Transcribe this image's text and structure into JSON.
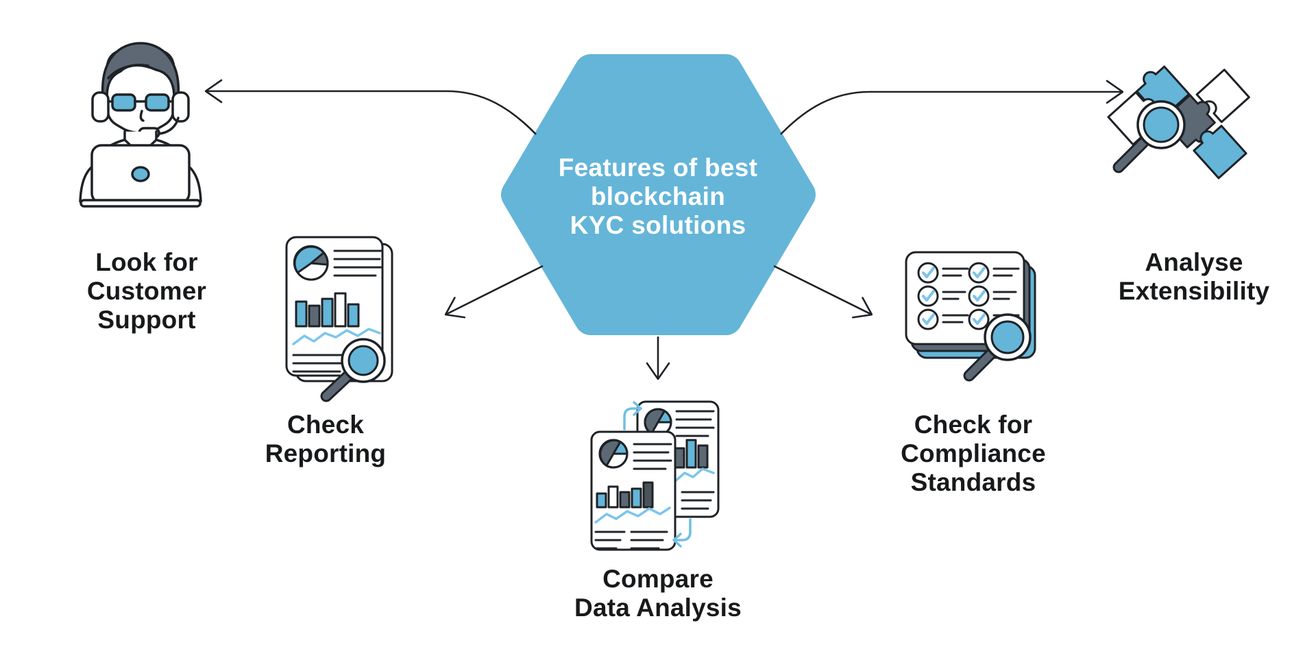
{
  "diagram": {
    "type": "mindmap-infographic",
    "center": {
      "title_lines": [
        "Features of best",
        "blockchain",
        "KYC solutions"
      ],
      "shape": "hexagon"
    },
    "nodes": [
      {
        "id": "customer-support",
        "icon": "support-agent-icon",
        "label_lines": [
          "Look for",
          "Customer",
          "Support"
        ]
      },
      {
        "id": "check-reporting",
        "icon": "report-magnifier-icon",
        "label_lines": [
          "Check",
          "Reporting"
        ]
      },
      {
        "id": "compare-data-analysis",
        "icon": "documents-compare-icon",
        "label_lines": [
          "Compare",
          "Data Analysis"
        ]
      },
      {
        "id": "compliance-standards",
        "icon": "checklist-magnifier-icon",
        "label_lines": [
          "Check for",
          "Compliance",
          "Standards"
        ]
      },
      {
        "id": "analyse-extensibility",
        "icon": "puzzle-magnifier-icon",
        "label_lines": [
          "Analyse",
          "Extensibility"
        ]
      }
    ],
    "connectors": [
      {
        "from": "center",
        "to": "customer-support"
      },
      {
        "from": "center",
        "to": "check-reporting"
      },
      {
        "from": "center",
        "to": "compare-data-analysis"
      },
      {
        "from": "center",
        "to": "compliance-standards"
      },
      {
        "from": "center",
        "to": "analyse-extensibility"
      }
    ],
    "colors": {
      "hexagon_blue": "#64B5D8",
      "light_blue": "#7CC5EA",
      "slate_gray": "#5C6975",
      "outline": "#1E2226",
      "text": "#17191B",
      "background": "#FFFFFF"
    }
  }
}
